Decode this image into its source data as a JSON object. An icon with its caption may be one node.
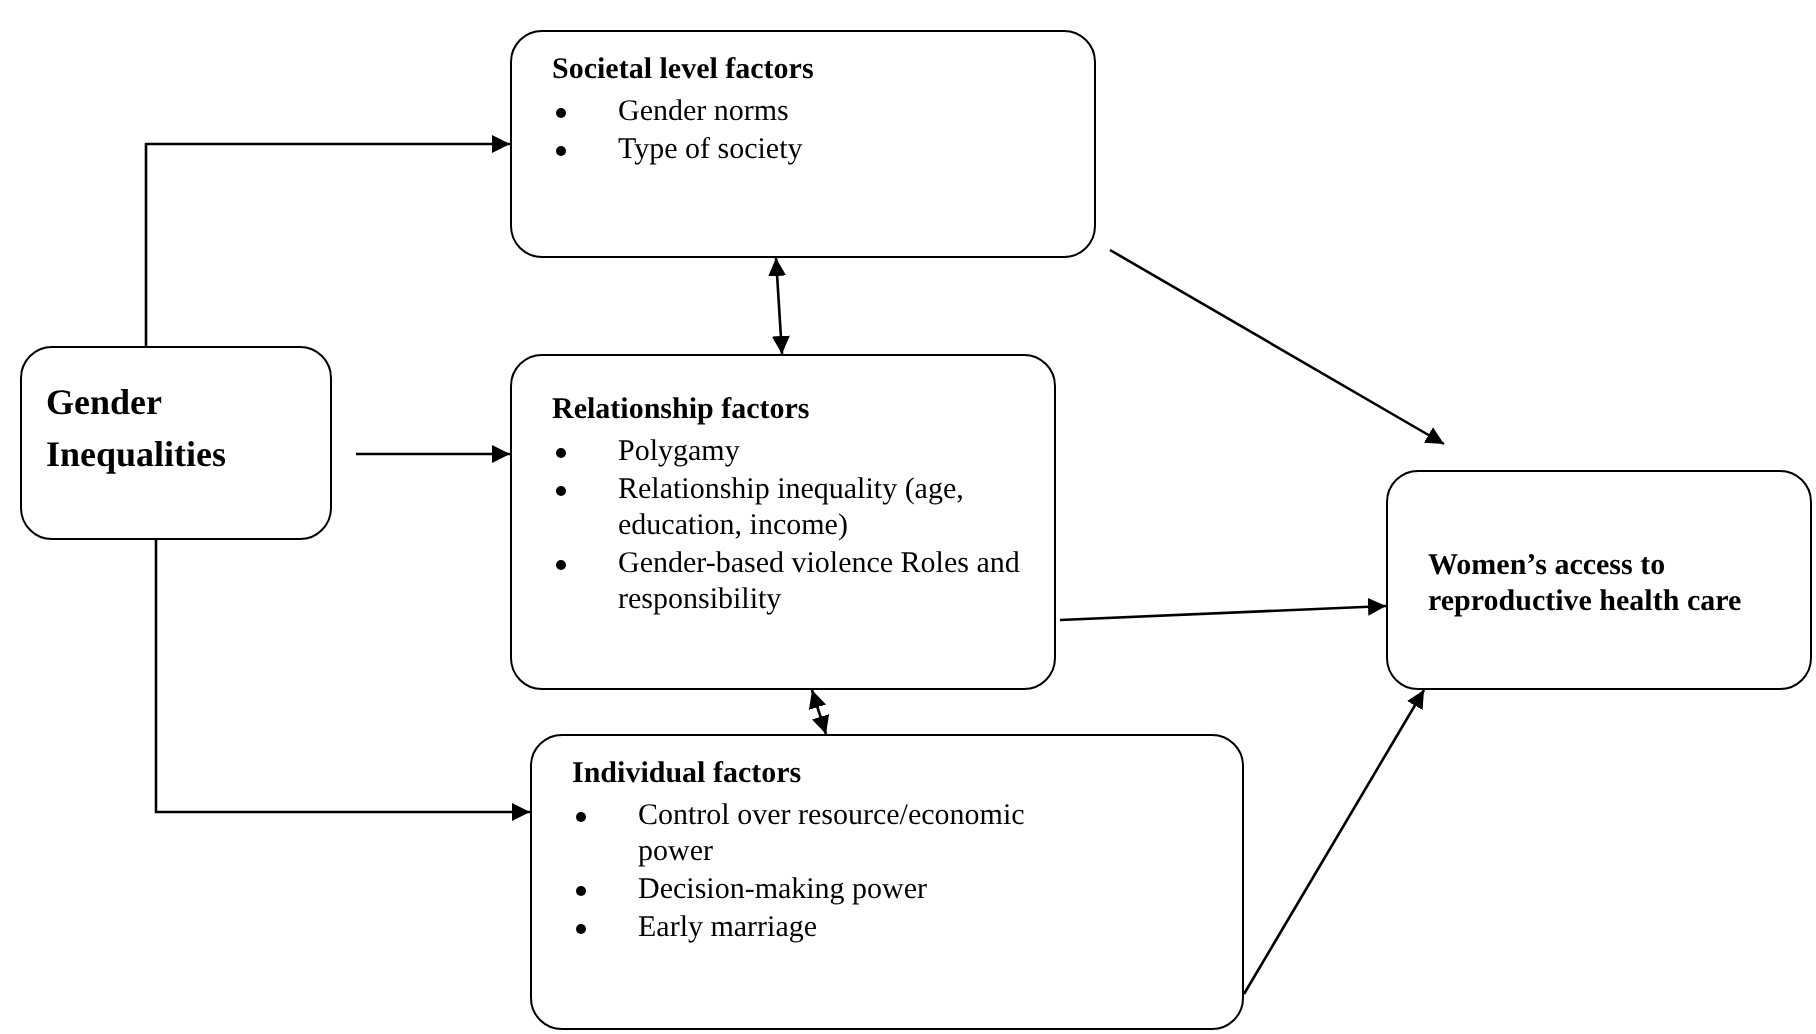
{
  "diagram": {
    "nodes": [
      {
        "text": [
          "Gender Inequalities"
        ]
      },
      {
        "text": [
          "Societal level factors",
          "Gender norms",
          "Type of society"
        ]
      },
      {
        "text": [
          "Relationship factors",
          "Polygamy",
          "Relationship inequality (age, education, income)",
          "Gender-based violence Roles and responsibility"
        ]
      },
      {
        "text": [
          "Individual factors",
          "Control over resource/economic power",
          "Decision-making power",
          "Early marriage"
        ]
      },
      {
        "text": [
          "Women’s access to reproductive health care"
        ]
      }
    ],
    "edges": [
      {
        "from": 0,
        "to": 1,
        "arrow": "to"
      },
      {
        "from": 0,
        "to": 2,
        "arrow": "to"
      },
      {
        "from": 0,
        "to": 3,
        "arrow": "to"
      },
      {
        "from": 1,
        "to": 2,
        "arrow": "both"
      },
      {
        "from": 2,
        "to": 3,
        "arrow": "both"
      },
      {
        "from": 1,
        "to": 4,
        "arrow": "to"
      },
      {
        "from": 2,
        "to": 4,
        "arrow": "to"
      },
      {
        "from": 3,
        "to": 4,
        "arrow": "to"
      }
    ]
  }
}
